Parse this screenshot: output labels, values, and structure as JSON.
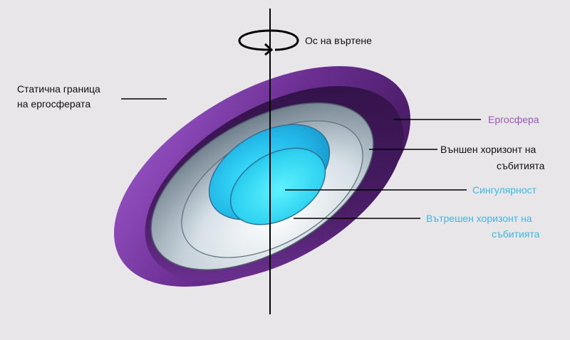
{
  "labels": {
    "rotation_axis": "Ос на въртене",
    "static_limit_line1": "Статична граница",
    "static_limit_line2": "на ергосферата",
    "ergosphere": "Ергосфера",
    "outer_horizon_line1": "Външен хоризонт на",
    "outer_horizon_line2": "събитията",
    "singularity": "Сингулярност",
    "inner_horizon_line1": "Вътрешен хоризонт на",
    "inner_horizon_line2": "събитията"
  },
  "colors": {
    "background": "#e8e6e8",
    "ergosphere": "#6a2f8f",
    "outer_horizon": "#a9b8c2",
    "inner_horizon": "#2ec4ea",
    "ergosphere_label": "#9b59b6",
    "cyan_label": "#39b9e6",
    "black_label": "#111111"
  }
}
